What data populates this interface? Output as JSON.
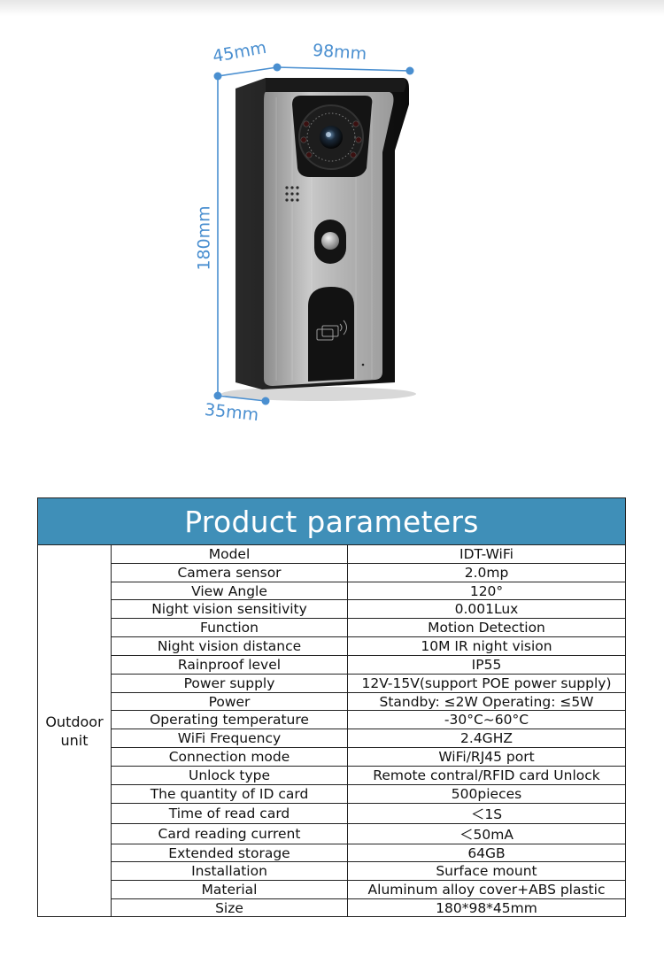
{
  "dimensions": {
    "depth_top": "45mm",
    "width": "98mm",
    "height": "180mm",
    "depth_bottom": "35mm"
  },
  "table": {
    "title": "Product parameters",
    "group_label_line1": "Outdoor",
    "group_label_line2": "unit",
    "rows": [
      {
        "name": "Model",
        "value": "IDT-WiFi"
      },
      {
        "name": "Camera sensor",
        "value": "2.0mp"
      },
      {
        "name": "View Angle",
        "value": "120°"
      },
      {
        "name": "Night vision sensitivity",
        "value": "0.001Lux"
      },
      {
        "name": "Function",
        "value": "Motion Detection"
      },
      {
        "name": "Night vision distance",
        "value": "10M IR night vision"
      },
      {
        "name": "Rainproof level",
        "value": "IP55"
      },
      {
        "name": "Power supply",
        "value": "12V-15V(support POE power supply)"
      },
      {
        "name": "Power",
        "value": "Standby: ≤2W Operating: ≤5W"
      },
      {
        "name": "Operating temperature",
        "value": "-30°C~60°C"
      },
      {
        "name": "WiFi Frequency",
        "value": "2.4GHZ"
      },
      {
        "name": "Connection mode",
        "value": "WiFi/RJ45 port"
      },
      {
        "name": "Unlock type",
        "value": "Remote contral/RFID card Unlock"
      },
      {
        "name": "The quantity of ID card",
        "value": "500pieces"
      },
      {
        "name": "Time of read card",
        "value": "＜1S"
      },
      {
        "name": "Card reading current",
        "value": "＜50mA"
      },
      {
        "name": "Extended storage",
        "value": "64GB"
      },
      {
        "name": "Installation",
        "value": "Surface mount"
      },
      {
        "name": "Material",
        "value": "Aluminum alloy cover+ABS plastic"
      },
      {
        "name": "Size",
        "value": "180*98*45mm"
      }
    ]
  },
  "colors": {
    "header_bg": "#3f8fb8",
    "dimension_blue": "#4a8fd0"
  }
}
